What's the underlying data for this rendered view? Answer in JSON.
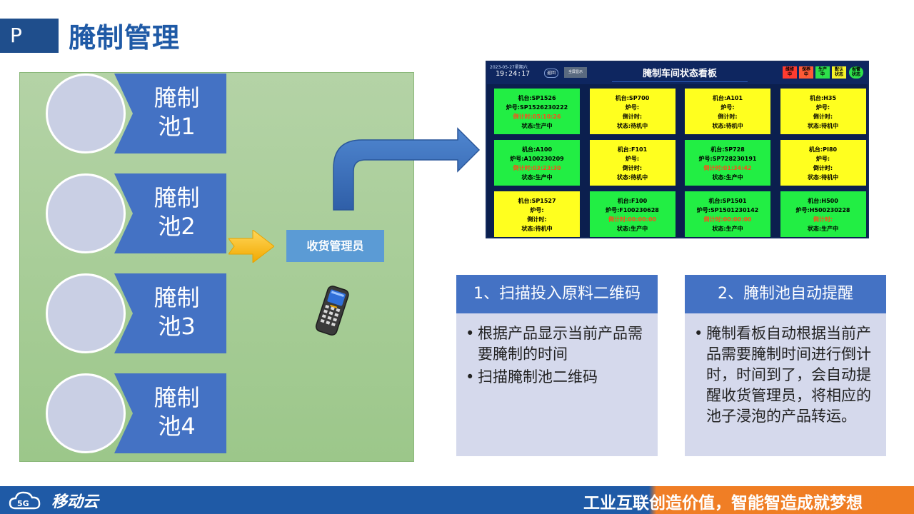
{
  "header": {
    "tag": "P",
    "title": "腌制管理"
  },
  "pools": [
    {
      "line1": "腌制",
      "line2": "池1"
    },
    {
      "line1": "腌制",
      "line2": "池2"
    },
    {
      "line1": "腌制",
      "line2": "池3"
    },
    {
      "line1": "腌制",
      "line2": "池4"
    }
  ],
  "receiver": {
    "label": "收货管理员"
  },
  "dashboard": {
    "date": "2023-05-27星期六",
    "time": "19:24:17",
    "btn_back": "返回",
    "btn_all": "全屏显示",
    "title": "腌制车间状态看板",
    "legend": [
      {
        "line1": "维修",
        "line2": "中",
        "color": "#ff3b30"
      },
      {
        "line1": "保养",
        "line2": "中",
        "color": "#ff5a36"
      },
      {
        "line1": "生产",
        "line2": "中",
        "color": "#2ee04a"
      },
      {
        "line1": "默认",
        "line2": "状态",
        "color": "#f7f429"
      },
      {
        "line1": "报警",
        "line2": "状态",
        "color": "#2ee04a"
      }
    ],
    "colors": {
      "producing": "#22ee44",
      "idle": "#ffff1f",
      "countdown": "#ff4a1c"
    },
    "cells": [
      {
        "machine": "机台:SP1526",
        "furnace": "炉号:SP1526230222",
        "countdown": "倒计时:05:10:26",
        "status": "状态:生产中",
        "state": "producing"
      },
      {
        "machine": "机台:SP700",
        "furnace": "炉号:",
        "countdown": "倒计时:",
        "status": "状态:待机中",
        "state": "idle"
      },
      {
        "machine": "机台:A101",
        "furnace": "炉号:",
        "countdown": "倒计时:",
        "status": "状态:待机中",
        "state": "idle"
      },
      {
        "machine": "机台:H35",
        "furnace": "炉号:",
        "countdown": "倒计时:",
        "status": "状态:待机中",
        "state": "idle"
      },
      {
        "machine": "机台:A100",
        "furnace": "炉号:A100230209",
        "countdown": "倒计时:03:23:30",
        "status": "状态:生产中",
        "state": "producing"
      },
      {
        "machine": "机台:F101",
        "furnace": "炉号:",
        "countdown": "倒计时:",
        "status": "状态:待机中",
        "state": "idle"
      },
      {
        "machine": "机台:SP728",
        "furnace": "炉号:SP728230191",
        "countdown": "倒计时:01:34:42",
        "status": "状态:生产中",
        "state": "producing"
      },
      {
        "machine": "机台:PI80",
        "furnace": "炉号:",
        "countdown": "倒计时:",
        "status": "状态:待机中",
        "state": "idle"
      },
      {
        "machine": "机台:SP1527",
        "furnace": "炉号:",
        "countdown": "倒计时:",
        "status": "状态:待机中",
        "state": "idle"
      },
      {
        "machine": "机台:F100",
        "furnace": "炉号:F100230628",
        "countdown": "倒计时:00:00:00",
        "status": "状态:生产中",
        "state": "producing"
      },
      {
        "machine": "机台:SP1501",
        "furnace": "炉号:SP1501230142",
        "countdown": "倒计时:00:00:00",
        "status": "状态:生产中",
        "state": "producing"
      },
      {
        "machine": "机台:H500",
        "furnace": "炉号:H500230228",
        "countdown": "倒计时:",
        "status": "状态:生产中",
        "state": "producing"
      }
    ]
  },
  "cards": [
    {
      "title": "1、扫描投入原料二维码",
      "items": [
        "根据产品显示当前产品需要腌制的时间",
        "扫描腌制池二维码"
      ]
    },
    {
      "title": "2、腌制池自动提醒",
      "items": [
        "腌制看板自动根据当前产品需要腌制时间进行倒计时，时间到了，会自动提醒收货管理员，将相应的池子浸泡的产品转运。"
      ]
    }
  ],
  "footer": {
    "logo_text": "移动云",
    "slogan": "工业互联创造价值，智能智造成就梦想"
  }
}
